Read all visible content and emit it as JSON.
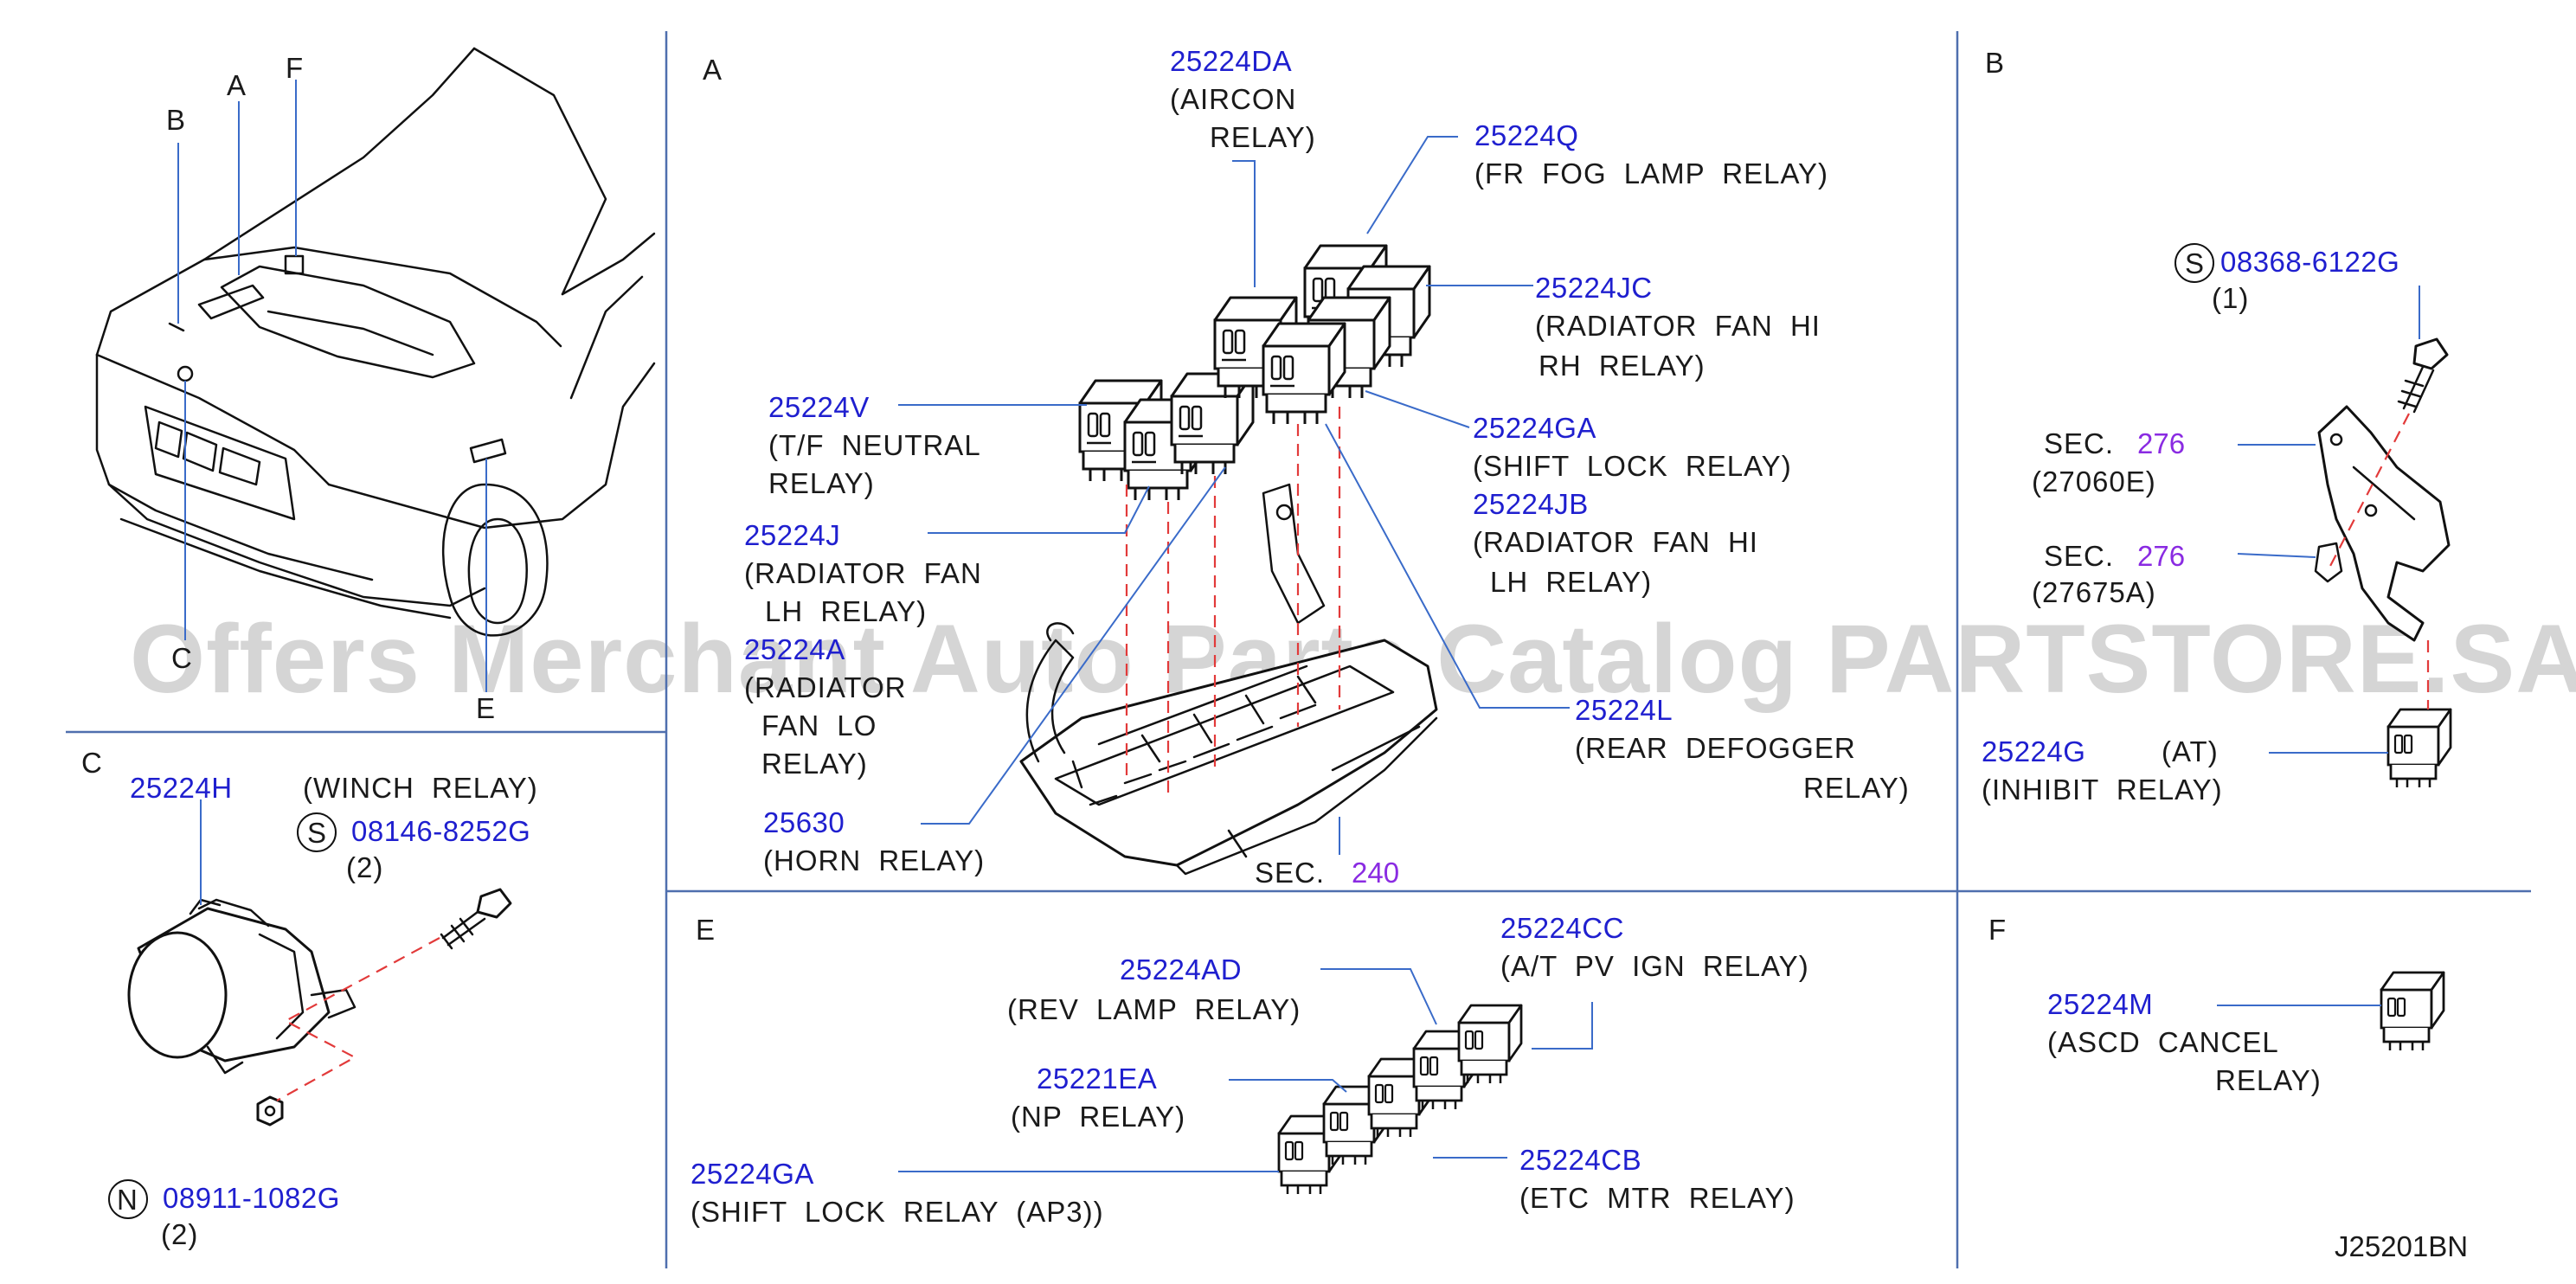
{
  "panels": {
    "a": "A",
    "b": "B",
    "c": "C",
    "e": "E",
    "f": "F"
  },
  "overview": {
    "a": "A",
    "b": "B",
    "c": "C",
    "e": "E",
    "f": "F"
  },
  "watermark": "Offers Merchant Auto Parts Catalog PARTSTORE.SA",
  "diagram_code": "J25201BN",
  "panel_a": {
    "p1_num": "25224DA",
    "p1_l1": "(AIRCON",
    "p1_l2": "RELAY)",
    "p2_num": "25224Q",
    "p2_l1": "(FR FOG LAMP RELAY)",
    "p3_num": "25224JC",
    "p3_l1": "(RADIATOR FAN HI",
    "p3_l2": "RH RELAY)",
    "p4_num": "25224V",
    "p4_l1": "(T/F NEUTRAL",
    "p4_l2": "RELAY)",
    "p5_num": "25224GA",
    "p5_l1": "(SHIFT LOCK RELAY)",
    "p6_num": "25224JB",
    "p6_l1": "(RADIATOR FAN HI",
    "p6_l2": "LH RELAY)",
    "p7_num": "25224J",
    "p7_l1": "(RADIATOR FAN",
    "p7_l2": "LH RELAY)",
    "p8_num": "25224A",
    "p8_l1": "(RADIATOR",
    "p8_l2": "FAN LO",
    "p8_l3": "RELAY)",
    "p9_num": "25224L",
    "p9_l1": "(REAR DEFOGGER",
    "p9_l2": "RELAY)",
    "p10_num": "25630",
    "p10_l1": "(HORN RELAY)",
    "sec_label": "SEC.",
    "sec_num": "240"
  },
  "panel_b": {
    "bolt_sym": "S",
    "bolt_num": "08368-6122G",
    "bolt_qty": "(1)",
    "sec1_label": "SEC.",
    "sec1_num": "276",
    "sec1_code": "(27060E)",
    "sec2_label": "SEC.",
    "sec2_num": "276",
    "sec2_code": "(27675A)",
    "relay_num": "25224G",
    "relay_l1": "(AT)",
    "relay_l2": "(INHIBIT RELAY)"
  },
  "panel_c": {
    "relay_num": "25224H",
    "relay_l1": "(WINCH RELAY)",
    "bolt_sym": "S",
    "bolt_num": "08146-8252G",
    "bolt_qty": "(2)",
    "nut_sym": "N",
    "nut_num": "08911-1082G",
    "nut_qty": "(2)"
  },
  "panel_e": {
    "p1_num": "25224CC",
    "p1_l1": "(A/T PV IGN RELAY)",
    "p2_num": "25224AD",
    "p2_l1": "(REV LAMP RELAY)",
    "p3_num": "25221EA",
    "p3_l1": "(NP RELAY)",
    "p4_num": "25224CB",
    "p4_l1": "(ETC MTR RELAY)",
    "p5_num": "25224GA",
    "p5_l1": "(SHIFT LOCK RELAY (AP3))"
  },
  "panel_f": {
    "relay_num": "25224M",
    "relay_l1": "(ASCD CANCEL",
    "relay_l2": "RELAY)"
  }
}
